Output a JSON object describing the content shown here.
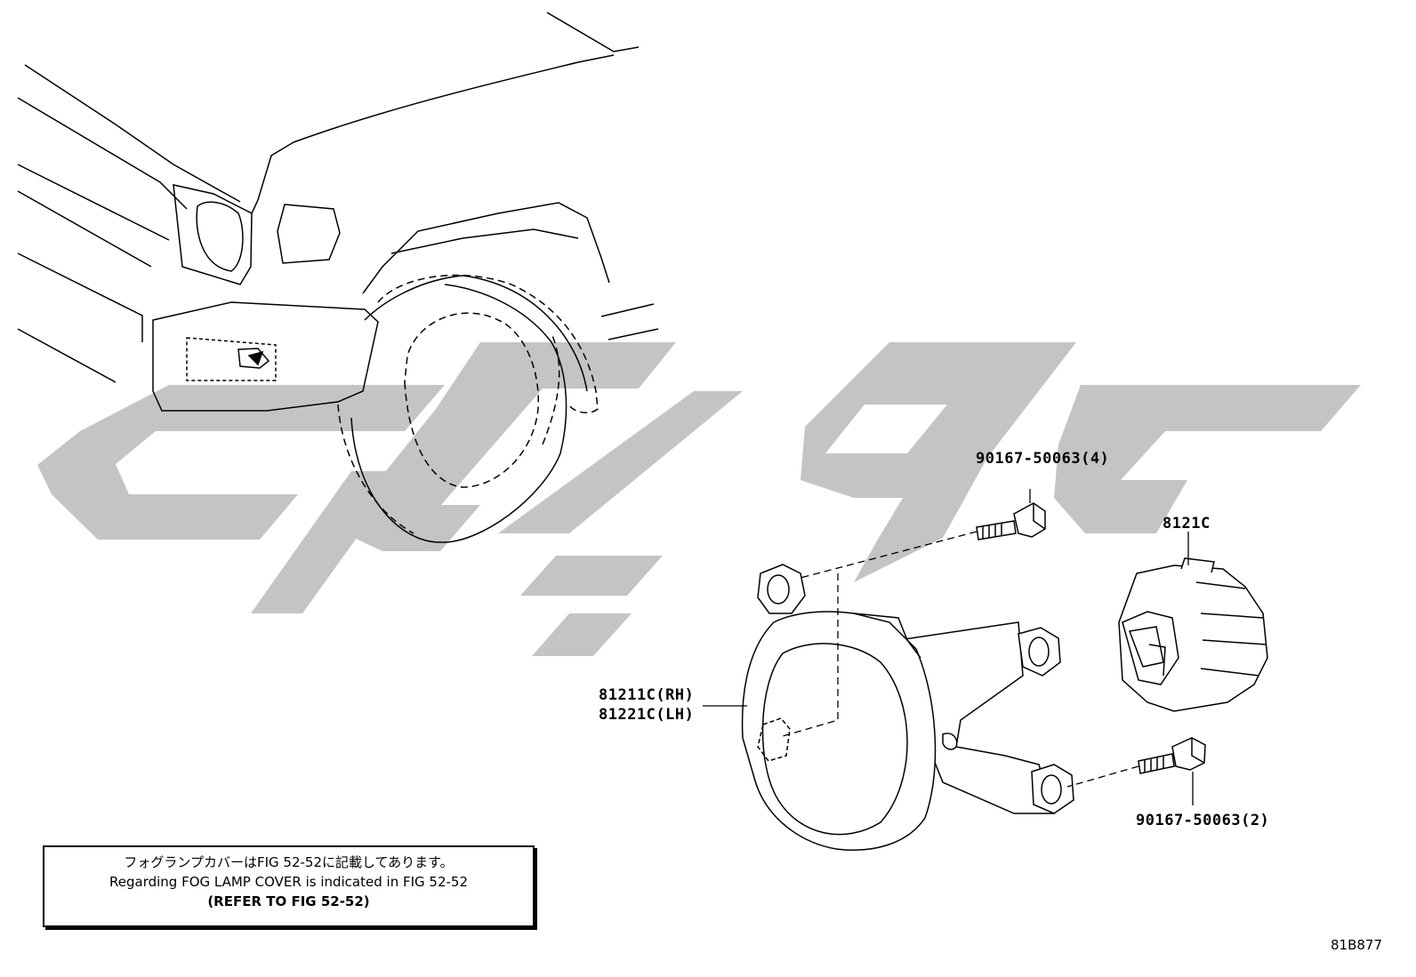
{
  "watermark_color": "#c4c4c4",
  "labels": {
    "bolt_top": "90167-50063(4)",
    "socket": "8121C",
    "lamp_rh": "81211C(RH)",
    "lamp_lh": "81221C(LH)",
    "bolt_bottom": "90167-50063(2)"
  },
  "note": {
    "jp": "フォグランプカバーはFIG 52-52に記載してあります。",
    "en": "Regarding FOG LAMP COVER is indicated in FIG 52-52",
    "refer": "(REFER TO FIG 52-52)"
  },
  "figure_code": "81B877"
}
